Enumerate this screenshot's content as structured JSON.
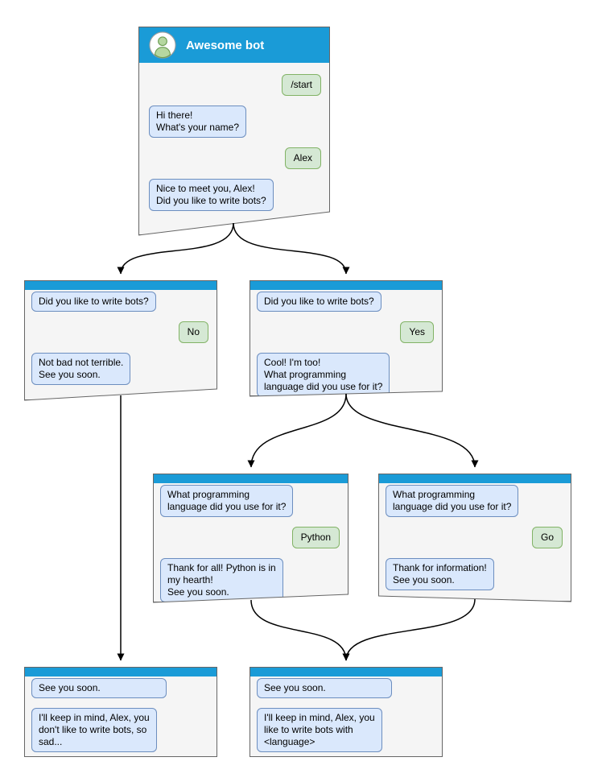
{
  "colors": {
    "header_blue": "#1a9bd7",
    "window_bg": "#f5f5f5",
    "window_border": "#666666",
    "bot_bubble_bg": "#dae8fc",
    "bot_bubble_border": "#6c8ebf",
    "user_bubble_bg": "#d5e8d4",
    "user_bubble_border": "#82b366",
    "arrow": "#000000"
  },
  "windows": [
    {
      "name": "main",
      "title": "Awesome bot",
      "messages": [
        {
          "from": "user",
          "text": "/start"
        },
        {
          "from": "bot",
          "text": "Hi there!\nWhat's your name?"
        },
        {
          "from": "user",
          "text": "Alex"
        },
        {
          "from": "bot",
          "text": "Nice to meet you, Alex!\nDid you like to write bots?"
        }
      ]
    },
    {
      "name": "branch_no",
      "messages": [
        {
          "from": "bot",
          "text": "Did you like to write bots?"
        },
        {
          "from": "user",
          "text": "No"
        },
        {
          "from": "bot",
          "text": "Not bad not terrible.\nSee you soon."
        }
      ]
    },
    {
      "name": "branch_yes",
      "messages": [
        {
          "from": "bot",
          "text": "Did you like to write bots?"
        },
        {
          "from": "user",
          "text": "Yes"
        },
        {
          "from": "bot",
          "text": "Cool! I'm too!\nWhat programming\nlanguage did you use for it?"
        }
      ]
    },
    {
      "name": "branch_python",
      "messages": [
        {
          "from": "bot",
          "text": "What programming\nlanguage did you use for it?"
        },
        {
          "from": "user",
          "text": "Python"
        },
        {
          "from": "bot",
          "text": "Thank for all! Python is in\nmy hearth!\nSee you soon."
        }
      ]
    },
    {
      "name": "branch_go",
      "messages": [
        {
          "from": "bot",
          "text": "What programming\nlanguage did you use for it?"
        },
        {
          "from": "user",
          "text": "Go"
        },
        {
          "from": "bot",
          "text": "Thank for information!\nSee you soon."
        }
      ]
    },
    {
      "name": "end_no",
      "messages": [
        {
          "from": "bot",
          "text": "See you soon."
        },
        {
          "from": "bot",
          "text": "I'll keep in mind, Alex, you\ndon't like to write bots, so\nsad..."
        }
      ]
    },
    {
      "name": "end_yes",
      "messages": [
        {
          "from": "bot",
          "text": "See you soon."
        },
        {
          "from": "bot",
          "text": "I'll keep in mind, Alex, you\nlike to write bots with\n<language>"
        }
      ]
    }
  ],
  "edges": [
    {
      "from": "main",
      "to": "branch_no"
    },
    {
      "from": "main",
      "to": "branch_yes"
    },
    {
      "from": "branch_no",
      "to": "end_no"
    },
    {
      "from": "branch_yes",
      "to": "branch_python"
    },
    {
      "from": "branch_yes",
      "to": "branch_go"
    },
    {
      "from": "branch_python",
      "to": "end_yes"
    },
    {
      "from": "branch_go",
      "to": "end_yes"
    }
  ]
}
